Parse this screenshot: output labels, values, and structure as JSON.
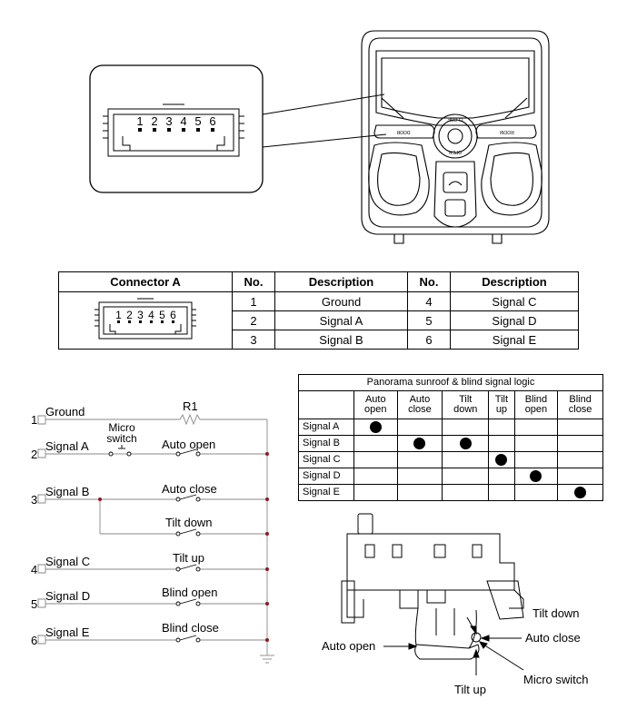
{
  "connector_table": {
    "header": {
      "connector": "Connector A",
      "no": "No.",
      "description": "Description",
      "no2": "No.",
      "description2": "Description"
    },
    "rows": [
      {
        "no1": "1",
        "desc1": "Ground",
        "no2": "4",
        "desc2": "Signal C"
      },
      {
        "no1": "2",
        "desc1": "Signal A",
        "no2": "5",
        "desc2": "Signal D"
      },
      {
        "no1": "3",
        "desc1": "Signal B",
        "no2": "6",
        "desc2": "Signal E"
      }
    ],
    "pin_numbers": [
      "1",
      "2",
      "3",
      "4",
      "5",
      "6"
    ]
  },
  "callout_pins": [
    "1",
    "2",
    "3",
    "4",
    "5",
    "6"
  ],
  "console_labels": {
    "left_button": "DOOR",
    "right_button": "ROOM",
    "dial_top": "CLOSE",
    "dial_bottom": "OPEN"
  },
  "logic_table": {
    "title": "Panorama sunroof & blind signal logic",
    "columns": [
      "Auto\nopen",
      "Auto\nclose",
      "Tilt\ndown",
      "Tilt\nup",
      "Blind\nopen",
      "Blind\nclose"
    ],
    "rows": [
      {
        "label": "Signal A",
        "marks": [
          1,
          0,
          0,
          0,
          0,
          0
        ]
      },
      {
        "label": "Signal B",
        "marks": [
          0,
          1,
          1,
          0,
          0,
          0
        ]
      },
      {
        "label": "Signal C",
        "marks": [
          0,
          0,
          0,
          1,
          0,
          0
        ]
      },
      {
        "label": "Signal D",
        "marks": [
          0,
          0,
          0,
          0,
          1,
          0
        ]
      },
      {
        "label": "Signal E",
        "marks": [
          0,
          0,
          0,
          0,
          0,
          1
        ]
      }
    ]
  },
  "circuit": {
    "pins": [
      {
        "num": "1",
        "label": "Ground"
      },
      {
        "num": "2",
        "label": "Signal A"
      },
      {
        "num": "3",
        "label": "Signal B"
      },
      {
        "num": "4",
        "label": "Signal C"
      },
      {
        "num": "5",
        "label": "Signal D"
      },
      {
        "num": "6",
        "label": "Signal E"
      }
    ],
    "resistor": "R1",
    "micro_switch": "Micro\nswitch",
    "switches": [
      "Auto open",
      "Auto close",
      "Tilt down",
      "Tilt up",
      "Blind open",
      "Blind close"
    ]
  },
  "switch_callouts": {
    "tilt_down": "Tilt down",
    "auto_close": "Auto close",
    "auto_open": "Auto open",
    "micro_switch": "Micro switch",
    "tilt_up": "Tilt up"
  }
}
